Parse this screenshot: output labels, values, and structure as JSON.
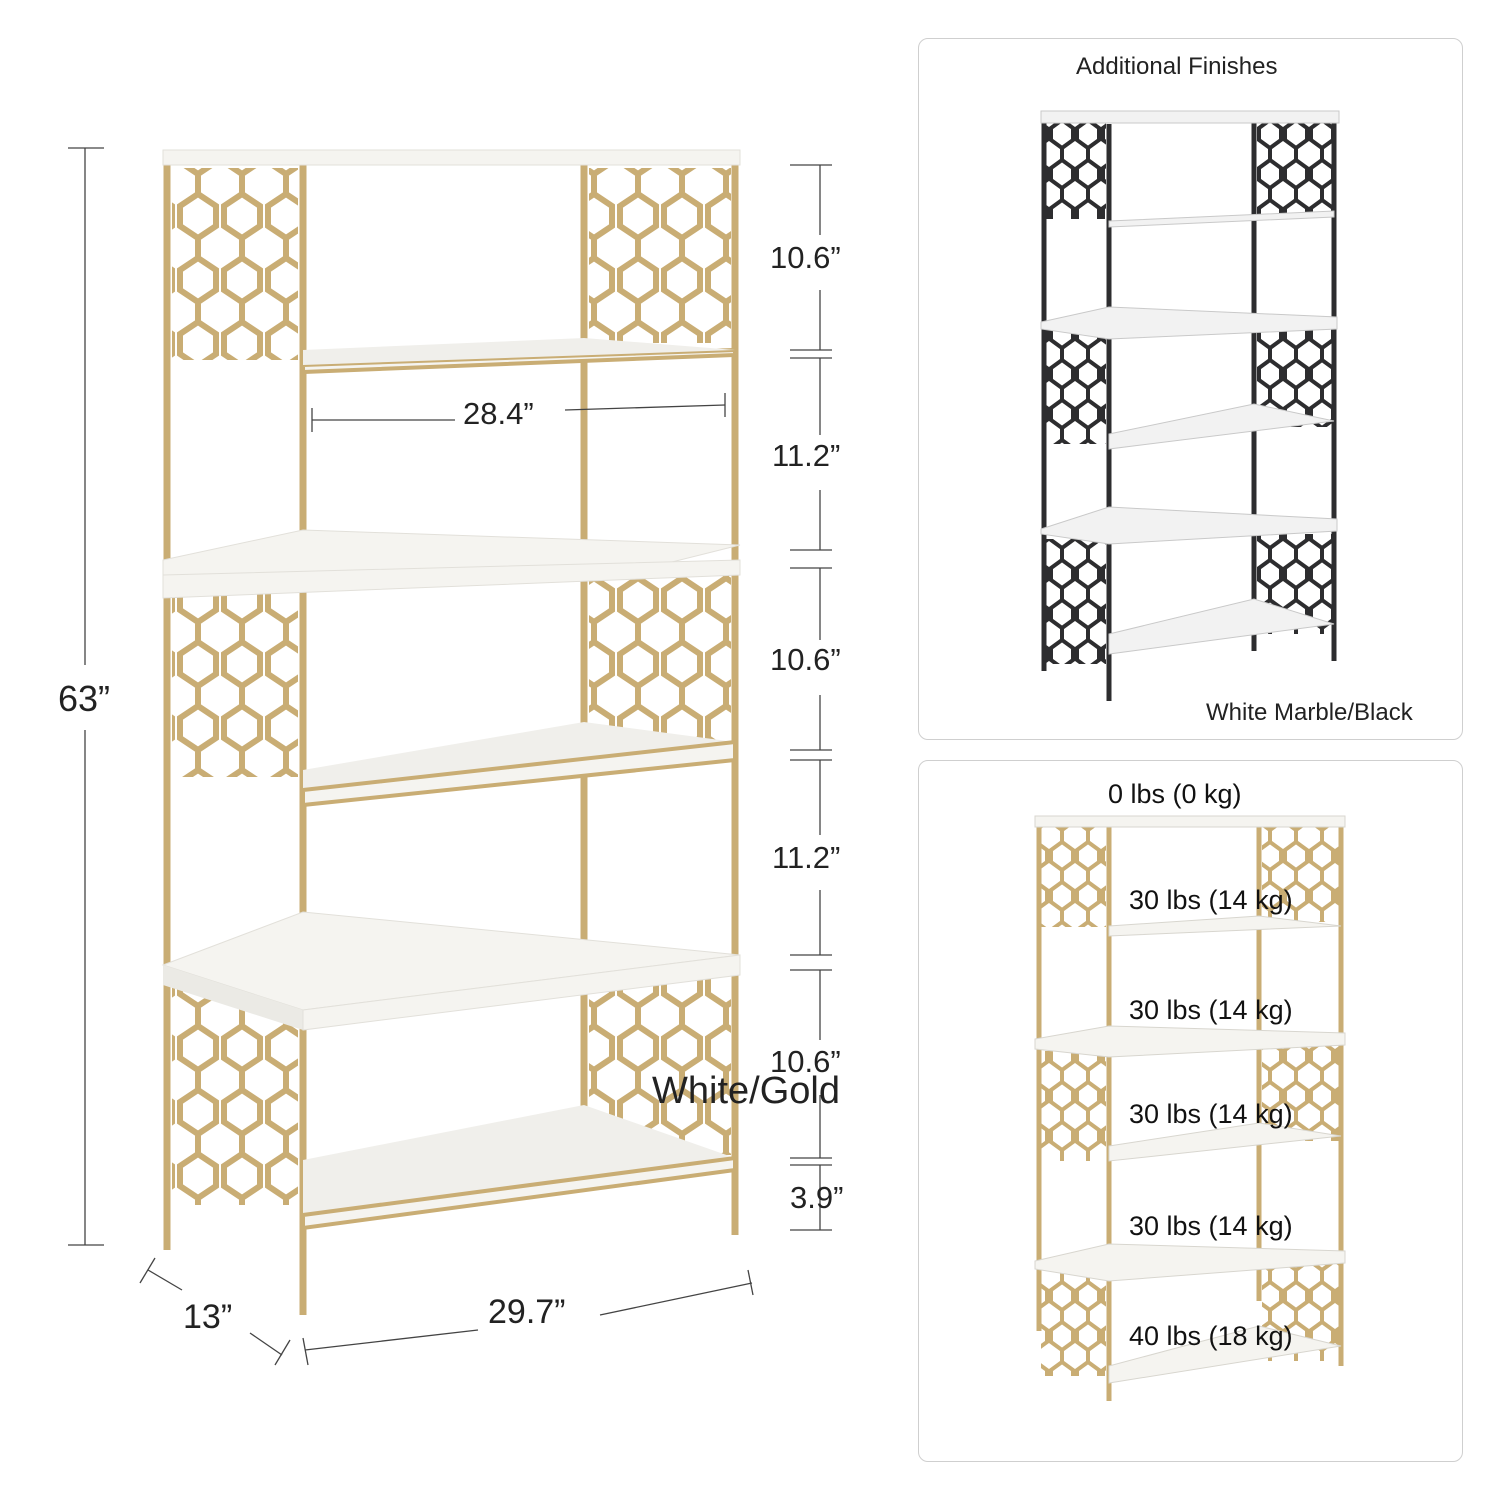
{
  "main_product": {
    "finish_label": "White/Gold",
    "colors": {
      "frame": "#c9ad74",
      "frame_dark": "#a88a4f",
      "shelf": "#f5f4f0",
      "shelf_edge": "#e2e0da"
    }
  },
  "dimensions": {
    "height_total": "63”",
    "inner_width": "28.4”",
    "outer_width": "29.7”",
    "depth": "13”",
    "shelf_gaps": [
      "10.6”",
      "11.2”",
      "10.6”",
      "11.2”",
      "10.6”",
      "3.9”"
    ]
  },
  "finishes_panel": {
    "title": "Additional Finishes",
    "finish_label": "White Marble/Black",
    "colors": {
      "frame": "#2d2d2f",
      "shelf": "#f2f2f2"
    }
  },
  "load_panel": {
    "loads": [
      "0 lbs (0 kg)",
      "30 lbs (14 kg)",
      "30 lbs (14 kg)",
      "30 lbs (14 kg)",
      "30 lbs (14 kg)",
      "40 lbs (18 kg)"
    ]
  }
}
